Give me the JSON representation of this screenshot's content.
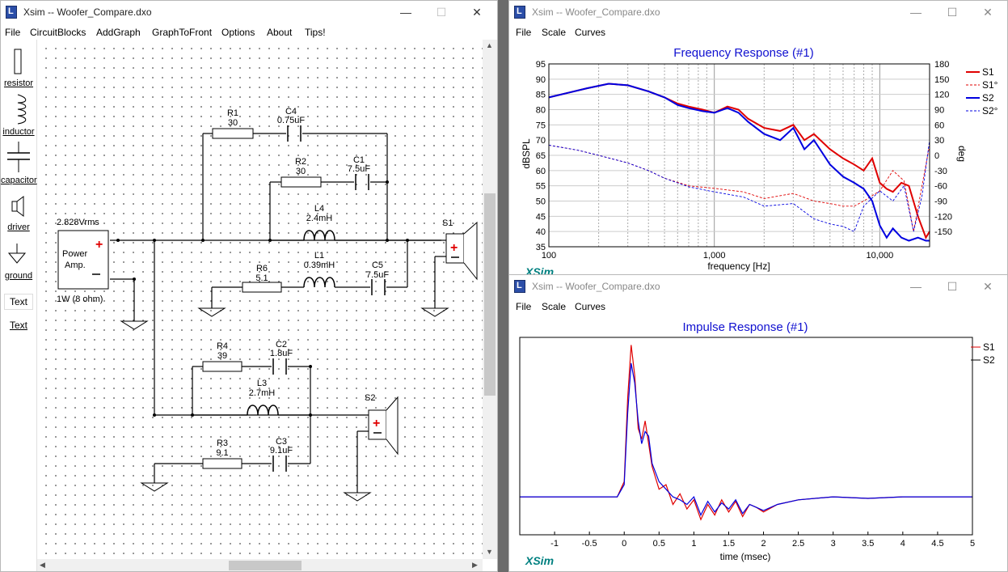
{
  "schematic": {
    "title": "Xsim -- Woofer_Compare.dxo",
    "menu": [
      "File",
      "CircuitBlocks",
      "AddGraph",
      "GraphToFront",
      "Options",
      "About",
      "Tips!"
    ],
    "palette": [
      "resistor",
      "inductor",
      "capacitor",
      "driver",
      "ground",
      "Text",
      "Text"
    ],
    "amp": {
      "voltage": "2.828Vrms",
      "label1": "Power",
      "label2": "Amp.",
      "rating": "1W (8 ohm)"
    },
    "parts": {
      "R1": {
        "name": "R1",
        "value": "30"
      },
      "C4": {
        "name": "C4",
        "value": "0.75uF"
      },
      "R2": {
        "name": "R2",
        "value": "30"
      },
      "C1": {
        "name": "C1",
        "value": "7.5uF"
      },
      "L4": {
        "name": "L4",
        "value": "2.4mH"
      },
      "R6": {
        "name": "R6",
        "value": "5.1"
      },
      "L1": {
        "name": "L1",
        "value": "0.39mH"
      },
      "C5": {
        "name": "C5",
        "value": "7.5uF"
      },
      "R4": {
        "name": "R4",
        "value": "39"
      },
      "C2": {
        "name": "C2",
        "value": "1.8uF"
      },
      "L3": {
        "name": "L3",
        "value": "2.7mH"
      },
      "R3": {
        "name": "R3",
        "value": "9.1"
      },
      "C3": {
        "name": "C3",
        "value": "9.1uF"
      }
    },
    "drivers": {
      "s1": "S1",
      "s2": "S2"
    }
  },
  "freq_window": {
    "title": "Xsim -- Woofer_Compare.dxo",
    "menu": [
      "File",
      "Scale",
      "Curves"
    ],
    "graph_title": "Frequency Response (#1)",
    "xlabel": "frequency [Hz]",
    "ylabel": "dBSPL",
    "y2label": "deg",
    "logo": "XSim",
    "legend": [
      "S1",
      "S1°",
      "S2",
      "S2°"
    ]
  },
  "impulse_window": {
    "title": "Xsim -- Woofer_Compare.dxo",
    "menu": [
      "File",
      "Scale",
      "Curves"
    ],
    "graph_title": "Impulse Response (#1)",
    "xlabel": "time (msec)",
    "logo": "XSim",
    "legend": [
      "S1",
      "S2"
    ]
  },
  "colors": {
    "s1": "#e00000",
    "s2": "#0000e0",
    "title": "#1010d0",
    "logo": "#008080"
  },
  "chart_data": [
    {
      "type": "line",
      "title": "Frequency Response (#1)",
      "xlabel": "frequency [Hz]",
      "ylabel": "dBSPL",
      "y2label": "deg",
      "xscale": "log",
      "xlim": [
        100,
        20000
      ],
      "ylim": [
        35,
        95
      ],
      "y2lim": [
        -180,
        180
      ],
      "xticks": [
        "100",
        "1,000",
        "10,000"
      ],
      "yticks": [
        35,
        40,
        45,
        50,
        55,
        60,
        65,
        70,
        75,
        80,
        85,
        90,
        95
      ],
      "y2ticks": [
        -150,
        -120,
        -90,
        -60,
        -30,
        0,
        30,
        60,
        90,
        120,
        150,
        180
      ],
      "grid": true,
      "legend_position": "right",
      "series": [
        {
          "name": "S1",
          "axis": "left",
          "style": "solid",
          "color": "#e00000",
          "x": [
            100,
            130,
            170,
            230,
            300,
            400,
            500,
            600,
            700,
            850,
            1000,
            1200,
            1400,
            1600,
            2000,
            2500,
            3000,
            3500,
            4000,
            5000,
            6000,
            7000,
            8000,
            9000,
            10000,
            11000,
            12000,
            13500,
            15000,
            17000,
            19000,
            20000
          ],
          "y": [
            84,
            85.5,
            87,
            88.5,
            88,
            86,
            84,
            82,
            81,
            80,
            79,
            81,
            80,
            77,
            74,
            73,
            75,
            70,
            72,
            67,
            64,
            62,
            60,
            64,
            56,
            54,
            53,
            56,
            55,
            45,
            38,
            40
          ]
        },
        {
          "name": "S1°",
          "axis": "right",
          "style": "dashed",
          "color": "#e00000",
          "x": [
            100,
            150,
            200,
            300,
            400,
            500,
            700,
            1000,
            1500,
            2000,
            3000,
            4000,
            5000,
            6000,
            7000,
            8000,
            10000,
            12000,
            14000,
            16000,
            18000,
            20000
          ],
          "y": [
            20,
            10,
            0,
            -15,
            -30,
            -45,
            -60,
            -65,
            -72,
            -85,
            -75,
            -90,
            -95,
            -100,
            -100,
            -90,
            -70,
            -30,
            -50,
            -150,
            -60,
            20
          ]
        },
        {
          "name": "S2",
          "axis": "left",
          "style": "solid",
          "color": "#0000e0",
          "x": [
            100,
            130,
            170,
            230,
            300,
            400,
            500,
            600,
            700,
            850,
            1000,
            1200,
            1400,
            1600,
            2000,
            2500,
            3000,
            3500,
            4000,
            5000,
            6000,
            7000,
            8000,
            9000,
            10000,
            11000,
            12000,
            13500,
            15000,
            17000,
            19000,
            20000
          ],
          "y": [
            84,
            85.5,
            87,
            88.5,
            88,
            86,
            84,
            81.5,
            80.5,
            79.5,
            79,
            80.5,
            79,
            76,
            72,
            70,
            74,
            67,
            70,
            62,
            58,
            56,
            54,
            50,
            42,
            38,
            41,
            38,
            37,
            38,
            37,
            37
          ]
        },
        {
          "name": "S2°",
          "axis": "right",
          "style": "dashed",
          "color": "#0000e0",
          "x": [
            100,
            150,
            200,
            300,
            400,
            500,
            700,
            1000,
            1500,
            2000,
            3000,
            4000,
            5000,
            6000,
            7000,
            8000,
            10000,
            12000,
            14000,
            16000,
            18000,
            20000
          ],
          "y": [
            20,
            10,
            0,
            -15,
            -30,
            -45,
            -62,
            -72,
            -82,
            -100,
            -95,
            -125,
            -135,
            -140,
            -150,
            -100,
            -70,
            -90,
            -60,
            -150,
            -80,
            30
          ]
        }
      ]
    },
    {
      "type": "line",
      "title": "Impulse Response (#1)",
      "xlabel": "time (msec)",
      "xlim": [
        -1.5,
        5
      ],
      "ylim": [
        -0.25,
        1.05
      ],
      "xticks": [
        "-1",
        "-0.5",
        "0",
        "0.5",
        "1",
        "1.5",
        "2",
        "2.5",
        "3",
        "3.5",
        "4",
        "4.5",
        "5"
      ],
      "grid": false,
      "legend_position": "right",
      "series": [
        {
          "name": "S1",
          "color": "#e00000",
          "x": [
            -1.5,
            -0.1,
            0,
            0.05,
            0.1,
            0.15,
            0.2,
            0.25,
            0.3,
            0.35,
            0.4,
            0.5,
            0.6,
            0.7,
            0.8,
            0.9,
            1.0,
            1.1,
            1.2,
            1.3,
            1.4,
            1.5,
            1.6,
            1.7,
            1.8,
            1.9,
            2.0,
            2.2,
            2.5,
            3.0,
            3.5,
            4.0,
            5.0
          ],
          "y": [
            0,
            0,
            0.1,
            0.65,
            1.0,
            0.8,
            0.45,
            0.38,
            0.5,
            0.35,
            0.2,
            0.05,
            0.08,
            -0.05,
            0.02,
            -0.08,
            -0.02,
            -0.15,
            -0.05,
            -0.12,
            -0.02,
            -0.1,
            -0.03,
            -0.13,
            -0.05,
            -0.07,
            -0.1,
            -0.05,
            -0.02,
            0,
            -0.01,
            0,
            0
          ]
        },
        {
          "name": "S2",
          "color": "#0000e0",
          "x": [
            -1.5,
            -0.1,
            0,
            0.05,
            0.1,
            0.15,
            0.2,
            0.25,
            0.3,
            0.35,
            0.4,
            0.5,
            0.6,
            0.7,
            0.8,
            0.9,
            1.0,
            1.1,
            1.2,
            1.3,
            1.4,
            1.5,
            1.6,
            1.7,
            1.8,
            1.9,
            2.0,
            2.2,
            2.5,
            3.0,
            3.5,
            4.0,
            5.0
          ],
          "y": [
            0,
            0,
            0.08,
            0.55,
            0.88,
            0.75,
            0.5,
            0.35,
            0.43,
            0.4,
            0.22,
            0.1,
            0.05,
            0.0,
            -0.02,
            -0.05,
            0.0,
            -0.12,
            -0.03,
            -0.1,
            -0.04,
            -0.08,
            -0.02,
            -0.11,
            -0.05,
            -0.07,
            -0.09,
            -0.05,
            -0.02,
            0,
            -0.01,
            0,
            0
          ]
        }
      ]
    }
  ]
}
